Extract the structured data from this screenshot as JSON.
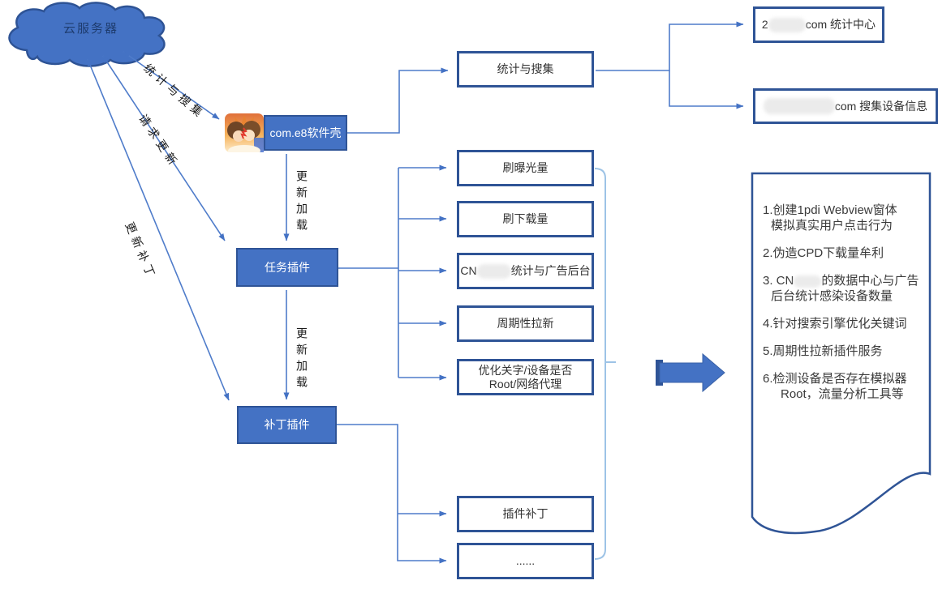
{
  "colors": {
    "accent": "#4472C4",
    "shape_border": "#2F5496",
    "connector": "#4F7CCA",
    "bracket": "#9DC3E6"
  },
  "cloud": {
    "label": "云服务器"
  },
  "edges": {
    "stats_collect": "统计与搜集",
    "request_update": "请求更新",
    "update_patch": "更新补丁",
    "update_load": "更新加载"
  },
  "nodes": {
    "shell": "com.e8软件壳",
    "stats_collect_box": "统计与搜集",
    "stats_center_prefix": "2",
    "stats_center_suffix": "com 统计中心",
    "device_info_suffix": "com 搜集设备信息",
    "task_plugin": "任务插件",
    "brush_exposure": "刷曝光量",
    "brush_download": "刷下载量",
    "cn_backend_prefix": "CN",
    "cn_backend_suffix": "统计与广告后台",
    "periodic_pull": "周期性拉新",
    "optimize_line1": "优化关字/设备是否",
    "optimize_line2": "Root/网络代理",
    "patch_plugin": "补丁插件",
    "plugin_patch": "插件补丁",
    "ellipsis": "......"
  },
  "document": {
    "item1_line1": "1.创建1pdi Webview窗体",
    "item1_line2": "模拟真实用户点击行为",
    "item2": "2.伪造CPD下载量牟利",
    "item3_prefix": "3. CN",
    "item3_suffix": "的数据中心与广告",
    "item3_line2": "后台统计感染设备数量",
    "item4": "4.针对搜索引擎优化关键词",
    "item5": "5.周期性拉新插件服务",
    "item6_line1": "6.检测设备是否存在模拟器",
    "item6_line2": "Root，流量分析工具等"
  },
  "icons": {
    "app_icon": "app-icon",
    "cloud_shape": "cloud-icon",
    "big_arrow": "right-block-arrow-icon",
    "document_shape": "document-shape-icon"
  }
}
